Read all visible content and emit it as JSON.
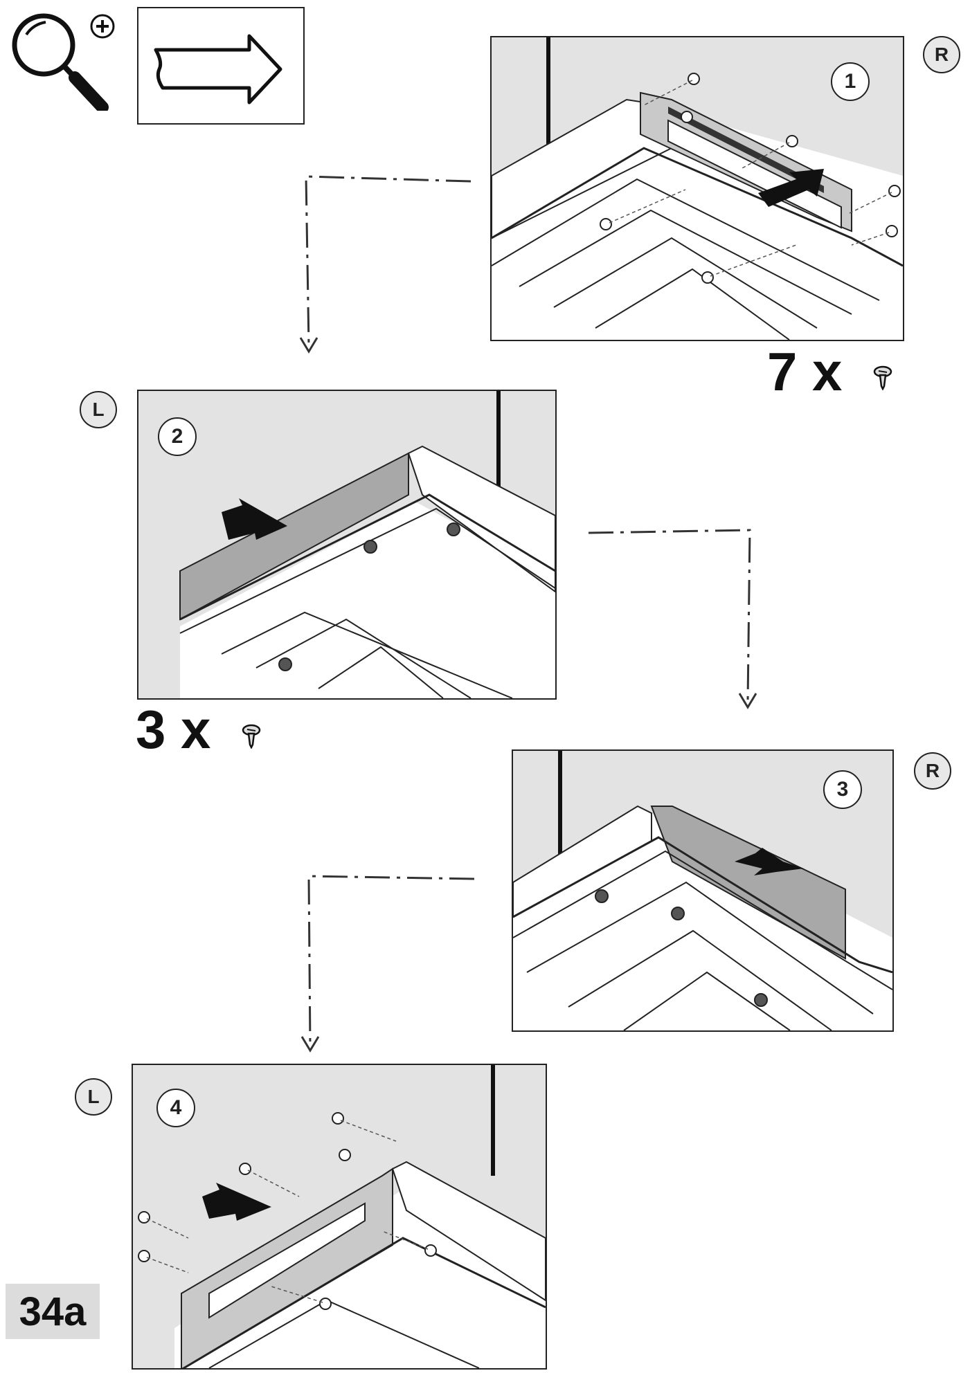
{
  "header": {
    "zoom_icon": "magnifier-plus-icon",
    "direction_icon": "right-arrow-icon"
  },
  "steps": [
    {
      "number": "1",
      "side": "R"
    },
    {
      "number": "2",
      "side": "L"
    },
    {
      "number": "3",
      "side": "R"
    },
    {
      "number": "4",
      "side": "L"
    }
  ],
  "counts": {
    "step1": "7 x",
    "step2": "3 x"
  },
  "screw_icon": "screw-icon",
  "figure_label": "34a",
  "colors": {
    "panel_background": "#e3e3e3",
    "shaded_part": "#a8a8a8",
    "line": "#222222"
  }
}
